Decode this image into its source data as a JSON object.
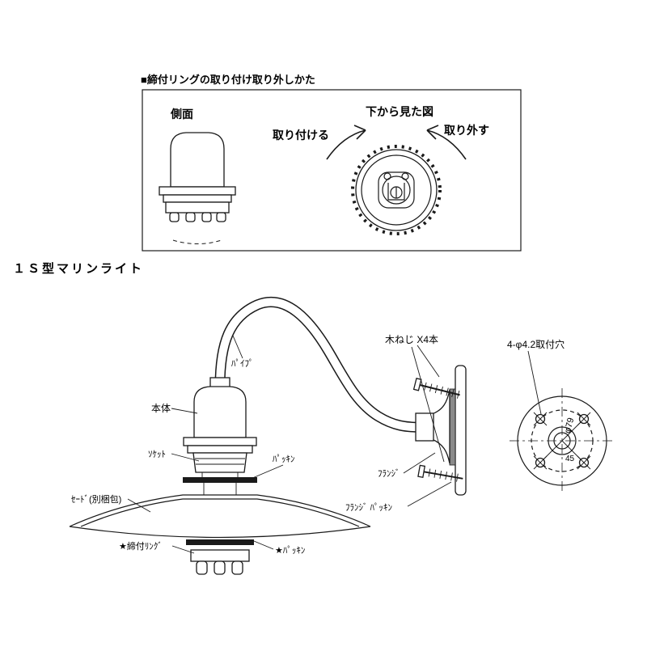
{
  "instruction_box": {
    "title": "■締付リングの取り付け取り外しかた",
    "side_view_label": "側面",
    "bottom_view_label": "下から見た図",
    "attach_label": "取り付ける",
    "detach_label": "取り外す"
  },
  "heading": "１Ｓ型マリンライト",
  "labels": {
    "pipe": "ﾊﾟｲﾌﾟ",
    "body": "本体",
    "socket": "ｿｹｯﾄ",
    "packing": "ﾊﾟｯｷﾝ",
    "wood_screws": "木ねじ X4本",
    "mounting_holes": "4-φ4.2取付穴",
    "flange": "ﾌﾗﾝｼﾞ",
    "flange_packing": "ﾌﾗﾝｼﾞ ﾊﾟｯｷﾝ",
    "shade": "ｾｰﾄﾞ(別梱包)",
    "clamp_ring": "★締付ﾘﾝｸﾞ",
    "packing_star": "★ﾊﾟｯｷﾝ",
    "dim_phi": "φ79",
    "dim_angle": "45"
  }
}
